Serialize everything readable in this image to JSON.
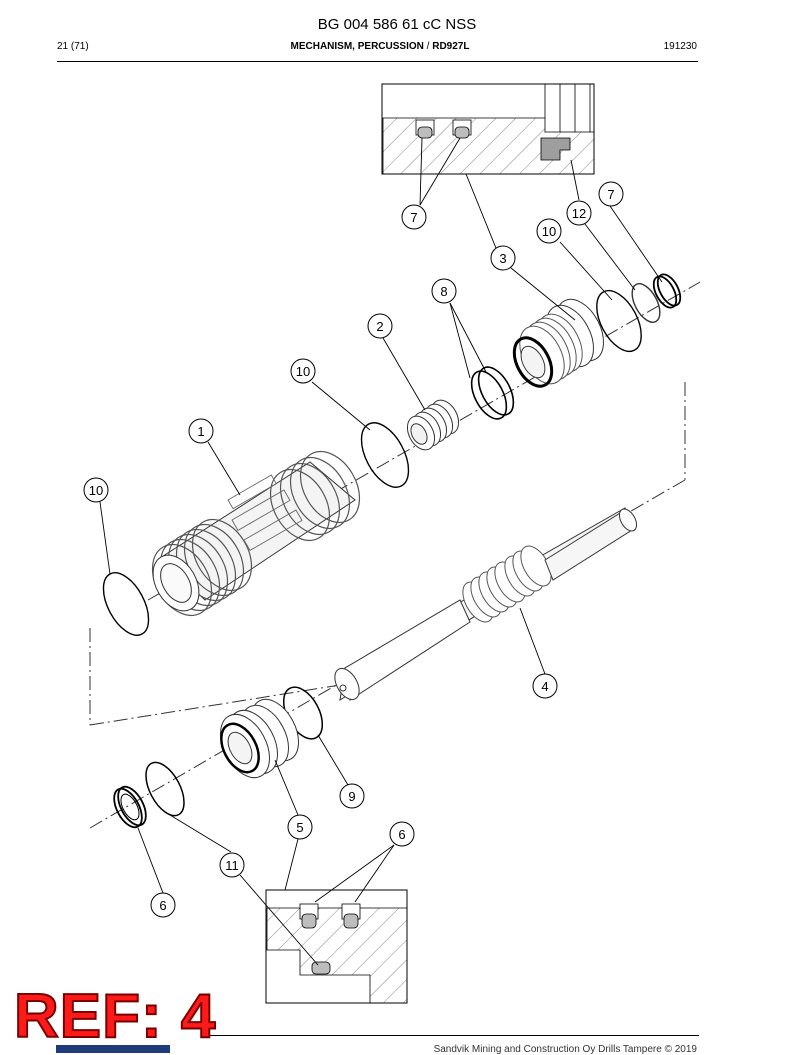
{
  "header": {
    "doc_title": "BG 004 586 61 cC NSS",
    "page": "21 (71)",
    "section_bold": "MECHANISM, PERCUSSION",
    "section_sep": " / ",
    "section_model": "RD927L",
    "date": "191230"
  },
  "callouts": [
    {
      "id": "c7a",
      "text": "7"
    },
    {
      "id": "c7b",
      "text": "7"
    },
    {
      "id": "c12",
      "text": "12"
    },
    {
      "id": "c10a",
      "text": "10"
    },
    {
      "id": "c3",
      "text": "3"
    },
    {
      "id": "c8",
      "text": "8"
    },
    {
      "id": "c2",
      "text": "2"
    },
    {
      "id": "c10b",
      "text": "10"
    },
    {
      "id": "c1",
      "text": "1"
    },
    {
      "id": "c10c",
      "text": "10"
    },
    {
      "id": "c4",
      "text": "4"
    },
    {
      "id": "c9",
      "text": "9"
    },
    {
      "id": "c5",
      "text": "5"
    },
    {
      "id": "c6a",
      "text": "6"
    },
    {
      "id": "c11",
      "text": "11"
    },
    {
      "id": "c6b",
      "text": "6"
    }
  ],
  "ref_label": "REF: 4",
  "footer": "Sandvik Mining and Construction Oy Drills Tampere © 2019",
  "colors": {
    "ref": "#ff1a1a",
    "ref_outline": "#7a0000",
    "seal_fill": "#bdbdbd"
  }
}
